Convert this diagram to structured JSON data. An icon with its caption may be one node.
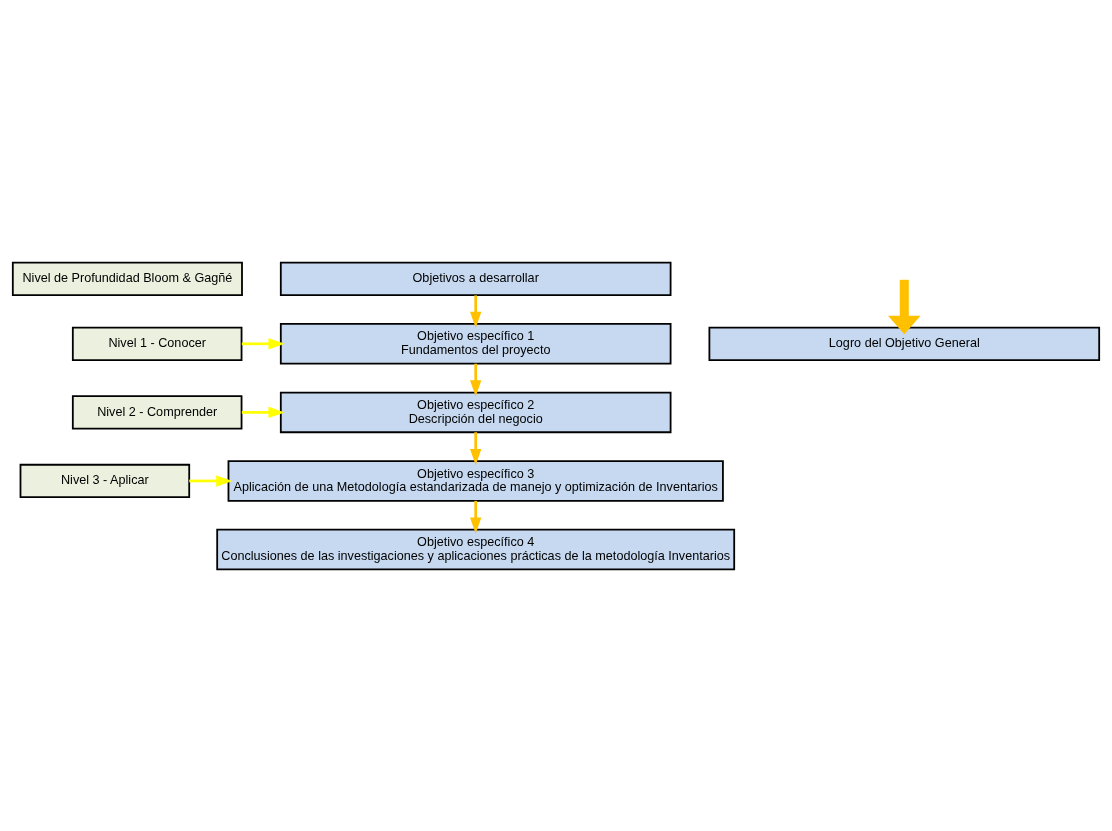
{
  "diagram": {
    "nodes": [
      {
        "text": [
          "Nivel de Profundidad Bloom & Gagñé"
        ]
      },
      {
        "text": [
          "Objetivos a desarrollar"
        ]
      },
      {
        "text": [
          "Nivel 1 - Conocer"
        ]
      },
      {
        "text": [
          "Objetivo específico 1",
          "Fundamentos del proyecto"
        ]
      },
      {
        "text": [
          "Nivel 2 - Comprender"
        ]
      },
      {
        "text": [
          "Objetivo específico 2",
          "Descripción del negocio"
        ]
      },
      {
        "text": [
          "Nivel 3 - Aplicar"
        ]
      },
      {
        "text": [
          "Objetivo específico 3",
          "Aplicación de una Metodología estandarizada de manejo y optimización de Inventarios"
        ]
      },
      {
        "text": [
          "Objetivo específico 4",
          "Conclusiones de las investigaciones y aplicaciones prácticas de la metodología Inventarios"
        ]
      },
      {
        "text": [
          "Logro del Objetivo General"
        ]
      }
    ],
    "edges": [
      {
        "from": null,
        "to": 9,
        "arrow": "to",
        "style": "thick"
      },
      {
        "from": 1,
        "to": 3,
        "arrow": "to"
      },
      {
        "from": 2,
        "to": 3,
        "arrow": "to",
        "color": "#ffff00"
      },
      {
        "from": 3,
        "to": 5,
        "arrow": "to"
      },
      {
        "from": 4,
        "to": 5,
        "arrow": "to",
        "color": "#ffff00"
      },
      {
        "from": 5,
        "to": 7,
        "arrow": "to"
      },
      {
        "from": 6,
        "to": 7,
        "arrow": "to",
        "color": "#ffff00"
      },
      {
        "from": 7,
        "to": 8,
        "arrow": "to"
      }
    ]
  }
}
